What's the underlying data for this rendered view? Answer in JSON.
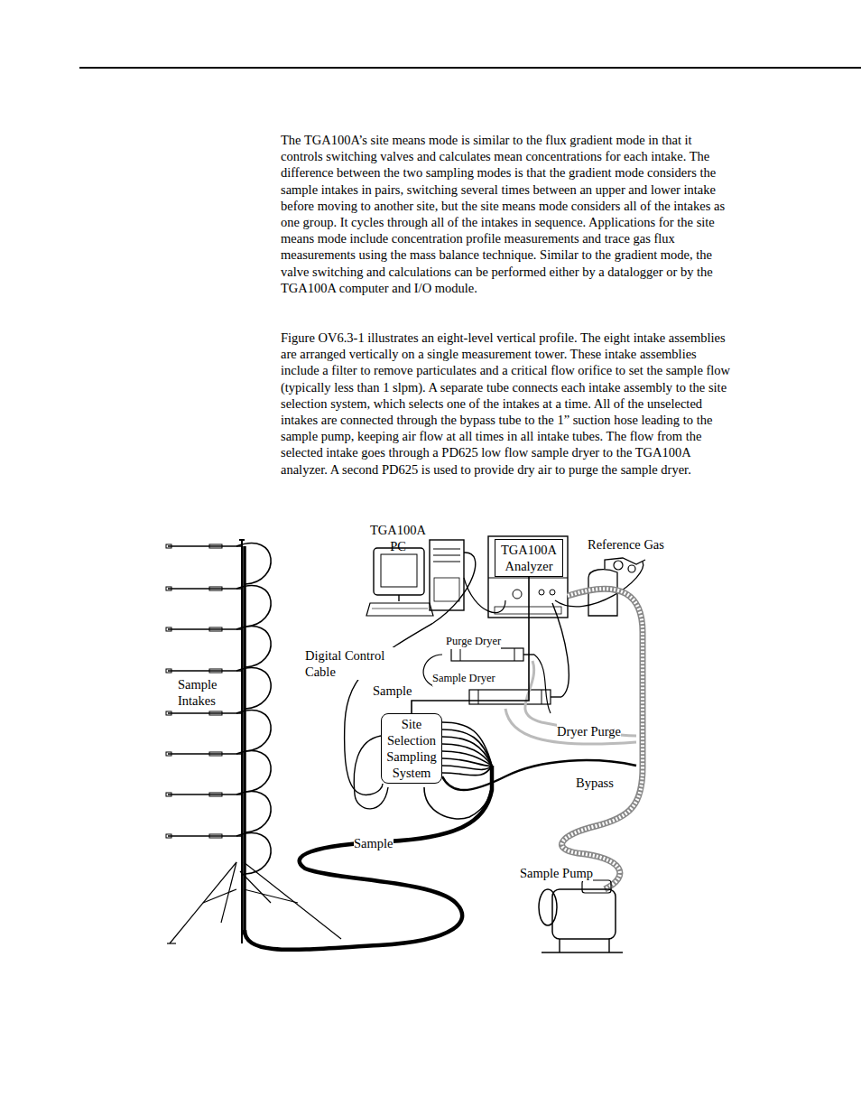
{
  "diagram": {
    "nodes": [
      {
        "text": [
          "Site Selection Sampling System"
        ]
      },
      {
        "text": [
          "TGA100A Analyzer"
        ]
      }
    ],
    "edges": [
      {
        "from": 0,
        "to": 1,
        "arrow": "none",
        "label": "Sample"
      }
    ],
    "labels": [
      "The TGA100A’s site means mode is similar to the flux gradient mode in that it controls switching valves and calculates mean concentrations for each intake. The difference between the two sampling modes is that the gradient mode considers the sample intakes in pairs, switching several times between an upper and lower intake before moving to another site, but the site means mode considers all of the intakes as one group. It cycles through all of the intakes in sequence. Applications for the site means mode include concentration profile measurements and trace gas flux measurements using the mass balance technique. Similar to the gradient mode, the valve switching and calculations can be performed either by a datalogger or by the TGA100A computer and I/O module.",
      "Figure OV6.3-1 illustrates an eight-level vertical profile. The eight intake assemblies are arranged vertically on a single measurement tower. These intake assemblies include a filter to remove particulates and a critical flow orifice to set the sample flow (typically less than 1 slpm). A separate tube connects each intake assembly to the site selection system, which selects one of the intakes at a time. All of the unselected intakes are connected through the bypass tube to the 1” suction hose leading to the sample pump, keeping air flow at all times in all intake tubes. The flow from the selected intake goes through a PD625 low flow sample dryer to the TGA100A analyzer. A second PD625 is used to provide dry air to purge the sample dryer.",
      "TGA100A PC",
      "Reference Gas",
      "Purge Dryer",
      "Digital Control Cable",
      "Sample Dryer",
      "Sample Intakes",
      "Dryer Purge",
      "Bypass",
      "Sample",
      "Sample Pump"
    ]
  }
}
